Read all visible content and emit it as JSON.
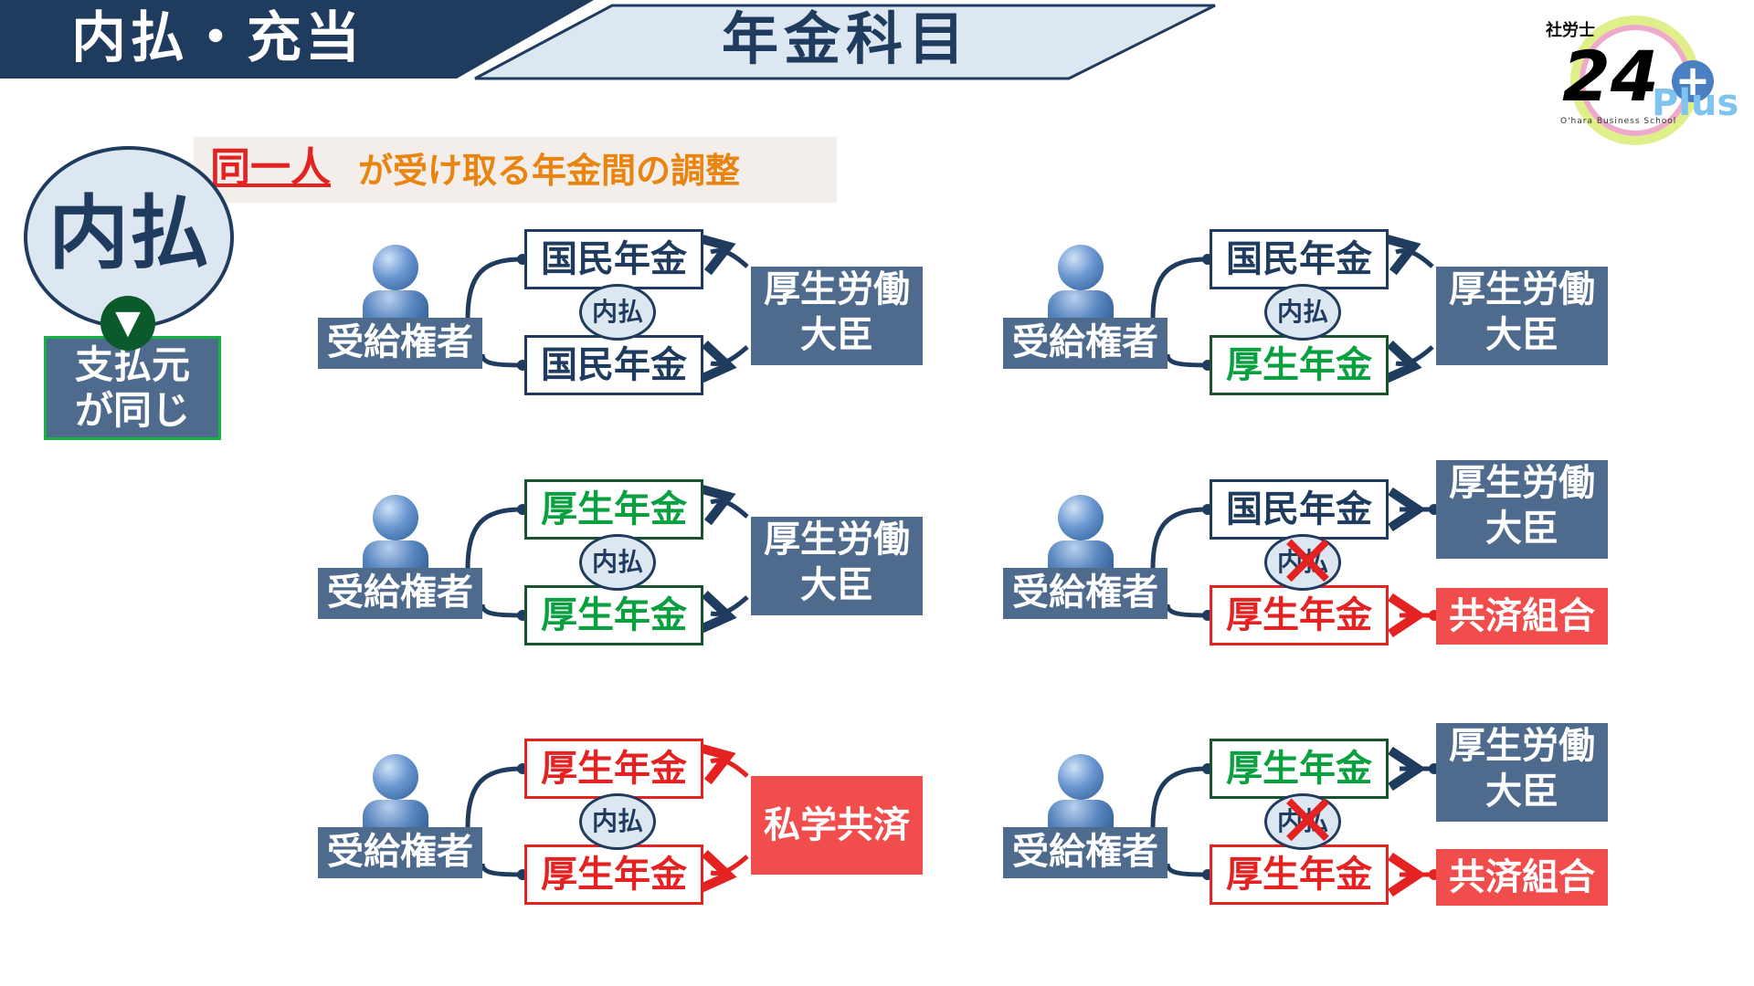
{
  "header": {
    "left_title": "内払・充当",
    "right_title": "年金科目"
  },
  "logo": {
    "small_text": "社労士",
    "number": "24",
    "plus_text": "Plus",
    "school_text": "O'hara Business School"
  },
  "headline": {
    "emphasis": "同一人",
    "rest": "が受け取る年金間の調整"
  },
  "badge": {
    "circle_label": "内払",
    "arrow_glyph": "▼",
    "box_line1": "支払元",
    "box_line2": "が同じ"
  },
  "diagrams": [
    {
      "recipient": "受給権者",
      "top": "国民年金",
      "bottom": "国民年金",
      "center": "内払",
      "source": "厚生労働\n大臣"
    },
    {
      "recipient": "受給権者",
      "top": "国民年金",
      "bottom": "厚生年金",
      "center": "内払",
      "source": "厚生労働\n大臣"
    },
    {
      "recipient": "受給権者",
      "top": "厚生年金",
      "bottom": "厚生年金",
      "center": "内払",
      "source": "厚生労働\n大臣"
    },
    {
      "recipient": "受給権者",
      "top": "国民年金",
      "bottom": "厚生年金",
      "center": "内払",
      "source_top": "厚生労働\n大臣",
      "source_bottom": "共済組合"
    },
    {
      "recipient": "受給権者",
      "top": "厚生年金",
      "bottom": "厚生年金",
      "center": "内払",
      "source": "私学共済"
    },
    {
      "recipient": "受給権者",
      "top": "厚生年金",
      "bottom": "厚生年金",
      "center": "内払",
      "source_top": "厚生労働\n大臣",
      "source_bottom": "共済組合"
    }
  ],
  "colors": {
    "navy": "#1f3b5e",
    "box_dark": "#4e6b8e",
    "green_text": "#0aa040",
    "red": "#e52222",
    "red_fill": "#f14d4d",
    "orange": "#e8840f"
  }
}
